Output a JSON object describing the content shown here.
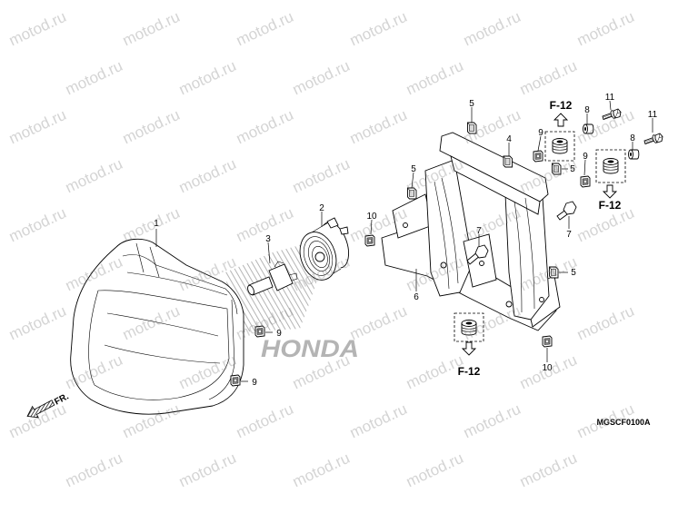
{
  "diagram": {
    "callouts": [
      "1",
      "2",
      "3",
      "4",
      "5",
      "5",
      "5",
      "5",
      "6",
      "7",
      "7",
      "8",
      "8",
      "9",
      "9",
      "9",
      "9",
      "10",
      "10",
      "11",
      "11"
    ],
    "references": [
      "F-12",
      "F-12",
      "F-12"
    ],
    "front_marker": "FR.",
    "drawing_code": "MGSCF0100A",
    "logo_text": "HONDA"
  },
  "watermark": "motod.ru",
  "colors": {
    "line": "#000000",
    "watermark": "#787878",
    "logo": "#b4b4b4",
    "background": "#ffffff"
  }
}
